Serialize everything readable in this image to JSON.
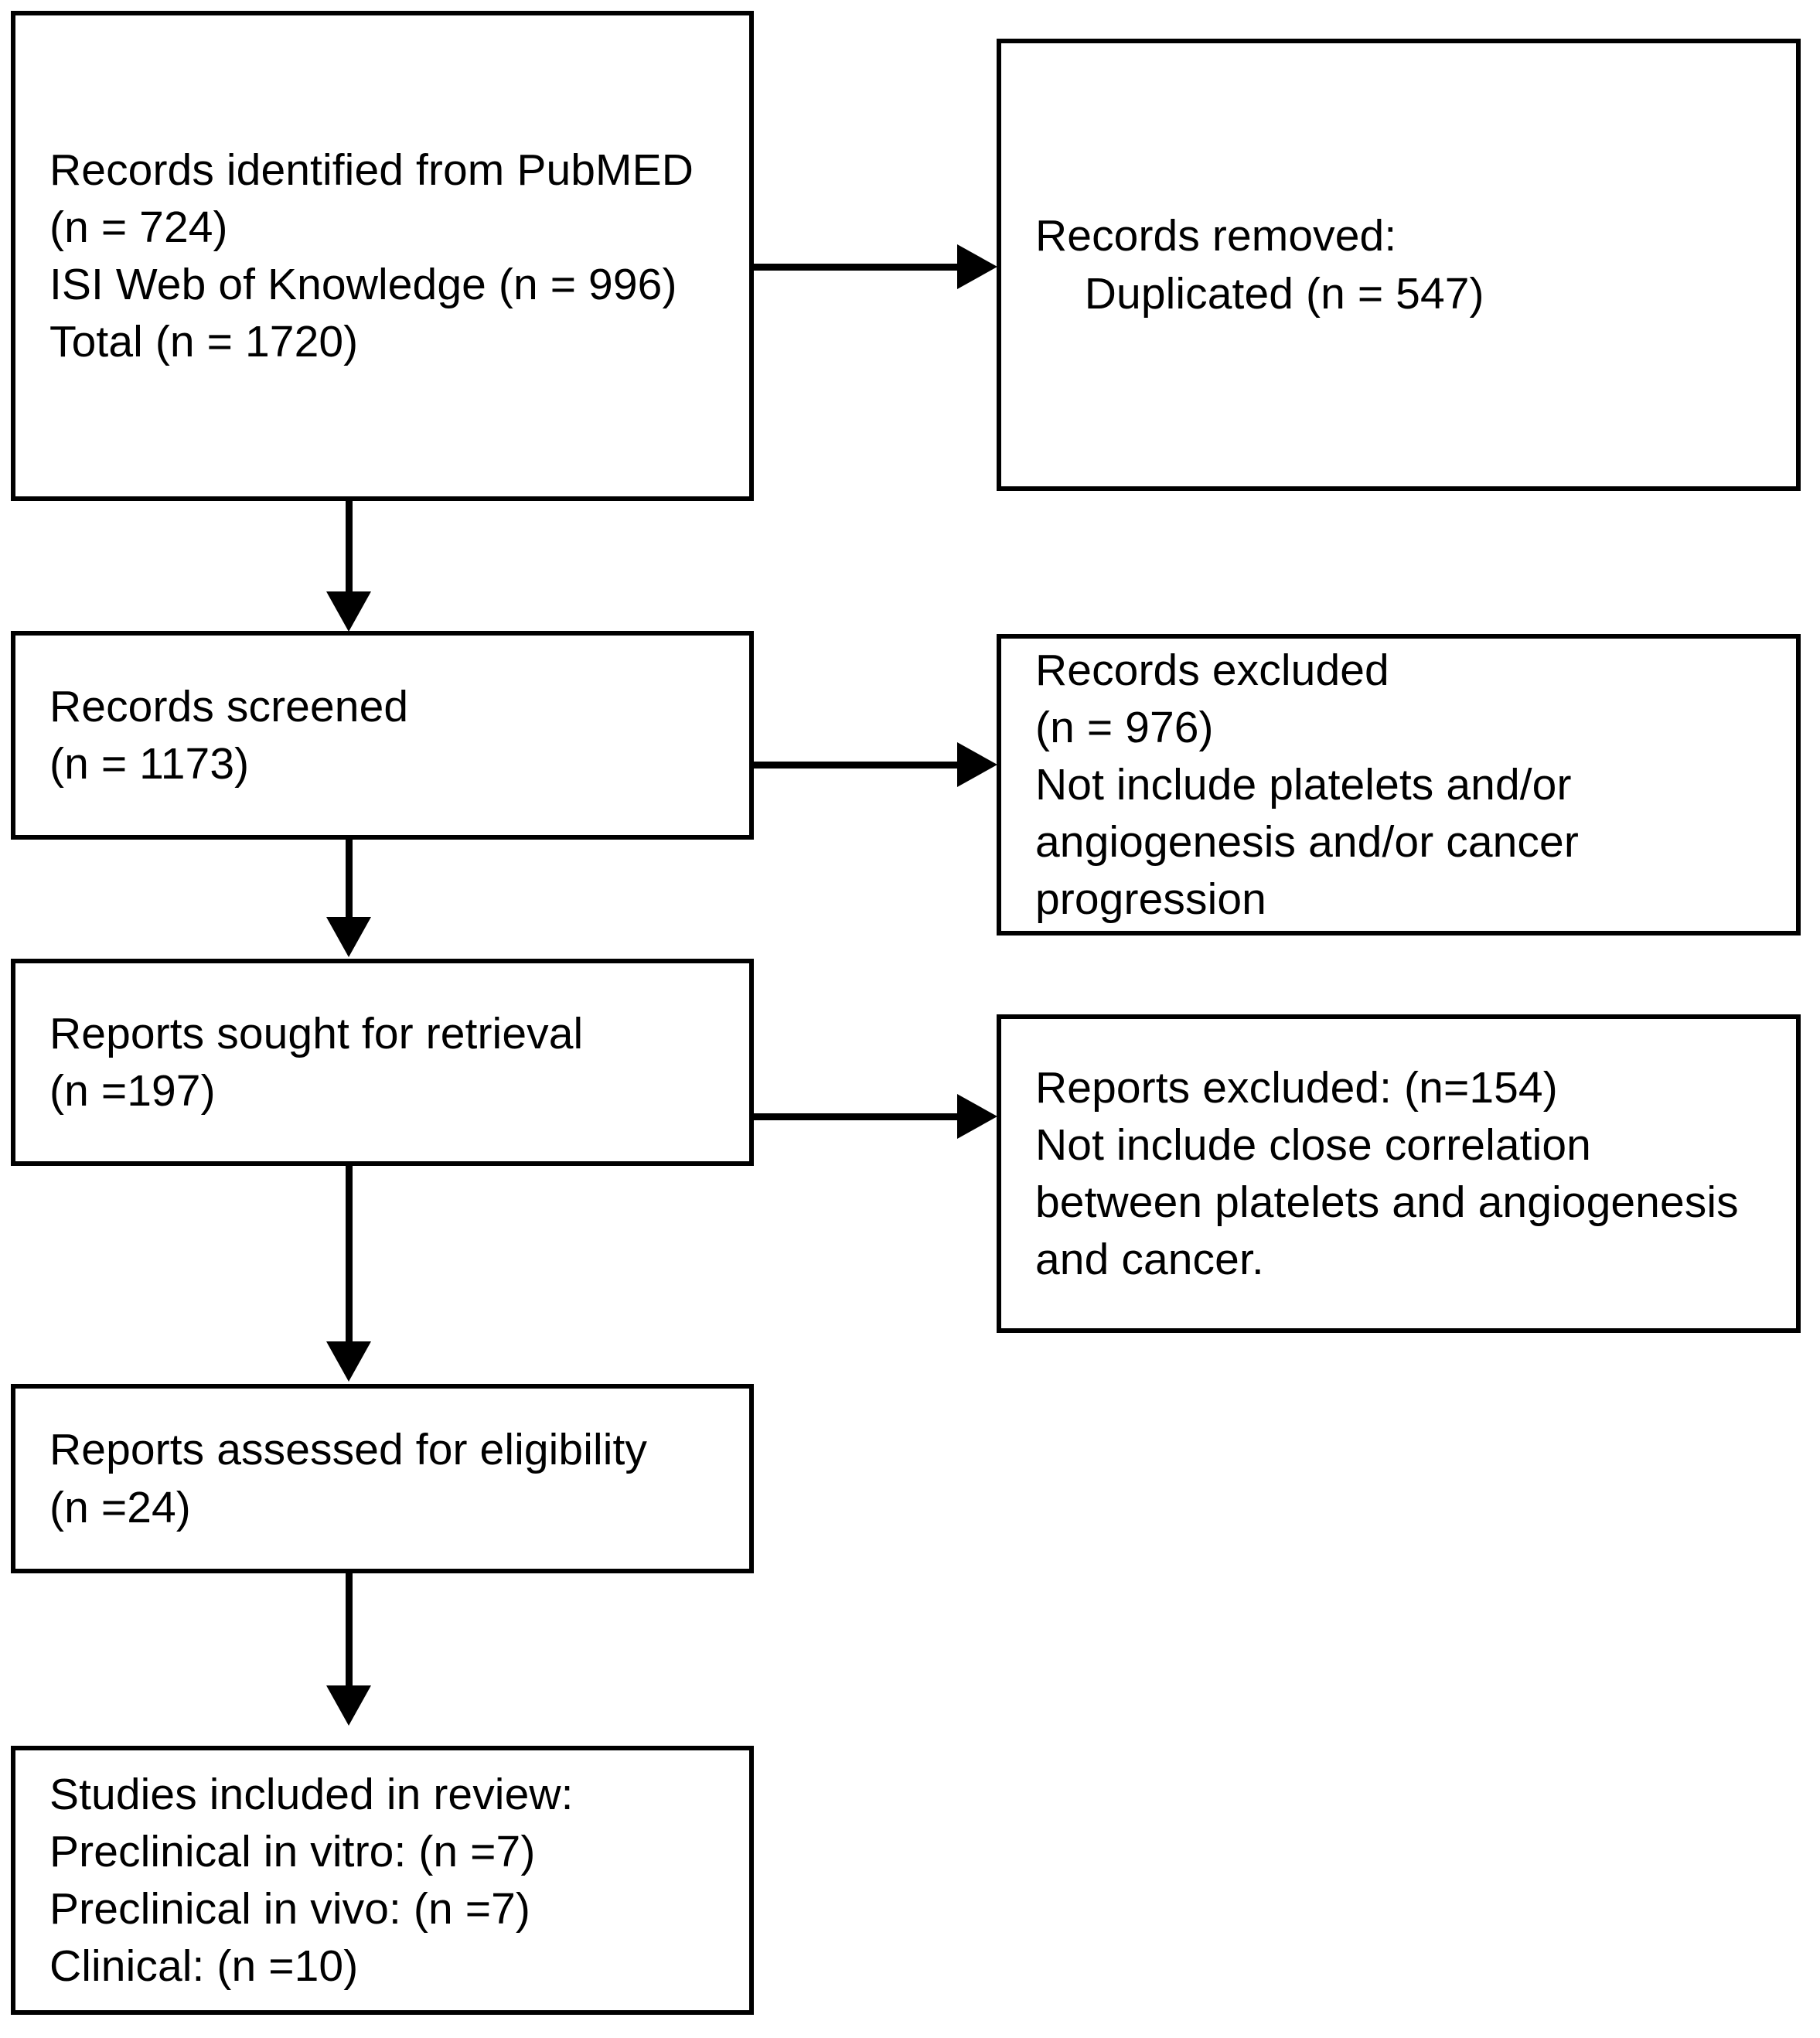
{
  "diagram": {
    "type": "prisma-flow-diagram",
    "title": "PRISMA study selection flow",
    "line_color": "#000000",
    "background_color": "#ffffff",
    "text_color": "#000000"
  },
  "boxes": {
    "identification": {
      "id": "records-identified",
      "text": "Records identified from PubMED\n(n = 724)\nISI Web of Knowledge (n = 996)\nTotal (n = 1720)",
      "lines": [
        "Records identified from PubMED",
        "(n = 724)",
        "ISI Web of Knowledge (n = 996)",
        "Total (n = 1720)"
      ],
      "counts": {
        "pubmed": 724,
        "isi_web_of_knowledge": 996,
        "total": 1720
      }
    },
    "removed": {
      "id": "records-removed",
      "text": "Records removed:\n    Duplicated (n = 547)",
      "lines": [
        "Records removed:",
        "    Duplicated (n = 547)"
      ],
      "counts": {
        "duplicated": 547
      }
    },
    "screened": {
      "id": "records-screened",
      "text": "Records screened\n(n = 1173)",
      "lines": [
        "Records screened",
        "(n = 1173)"
      ],
      "counts": {
        "screened": 1173
      }
    },
    "records_excluded": {
      "id": "records-excluded",
      "text": "Records excluded\n(n = 976)\nNot include platelets and/or\nangiogenesis and/or cancer\nprogression",
      "lines": [
        "Records excluded",
        "(n = 976)",
        "Not include platelets and/or",
        "angiogenesis and/or cancer",
        "progression"
      ],
      "counts": {
        "excluded": 976
      }
    },
    "sought": {
      "id": "reports-sought-for-retrieval",
      "text": "Reports sought for retrieval\n(n =197)",
      "lines": [
        "Reports sought for retrieval",
        "(n =197)"
      ],
      "counts": {
        "sought": 197
      }
    },
    "reports_excluded": {
      "id": "reports-excluded",
      "text": "Reports excluded: (n=154)\nNot include close correlation\nbetween platelets and angiogenesis\nand cancer.",
      "lines": [
        "Reports excluded: (n=154)",
        "Not include close correlation",
        "between platelets and angiogenesis",
        "and cancer."
      ],
      "counts": {
        "excluded": 154
      }
    },
    "assessed": {
      "id": "reports-assessed-for-eligibility",
      "text": "Reports assessed for eligibility\n(n =24)",
      "lines": [
        "Reports assessed for eligibility",
        "(n =24)"
      ],
      "counts": {
        "assessed": 24
      }
    },
    "included": {
      "id": "studies-included-in-review",
      "text": "Studies included in review:\nPreclinical in vitro: (n =7)\nPreclinical in vivo: (n =7)\nClinical: (n =10)",
      "lines": [
        "Studies included in review:",
        "Preclinical in vitro: (n =7)",
        "Preclinical in vivo: (n =7)",
        "Clinical: (n =10)"
      ],
      "counts": {
        "preclinical_in_vitro": 7,
        "preclinical_in_vivo": 7,
        "clinical": 10
      }
    }
  },
  "connectors": {
    "identified_to_removed": {
      "name": "arrow-identified-to-removed",
      "direction": "right"
    },
    "identified_to_screened": {
      "name": "arrow-identified-to-screened",
      "direction": "down"
    },
    "screened_to_excluded": {
      "name": "arrow-screened-to-records-excluded",
      "direction": "right"
    },
    "screened_to_sought": {
      "name": "arrow-screened-to-sought",
      "direction": "down"
    },
    "sought_to_excluded": {
      "name": "arrow-sought-to-reports-excluded",
      "direction": "right"
    },
    "sought_to_assessed": {
      "name": "arrow-sought-to-assessed",
      "direction": "down"
    },
    "assessed_to_included": {
      "name": "arrow-assessed-to-included",
      "direction": "down"
    }
  }
}
